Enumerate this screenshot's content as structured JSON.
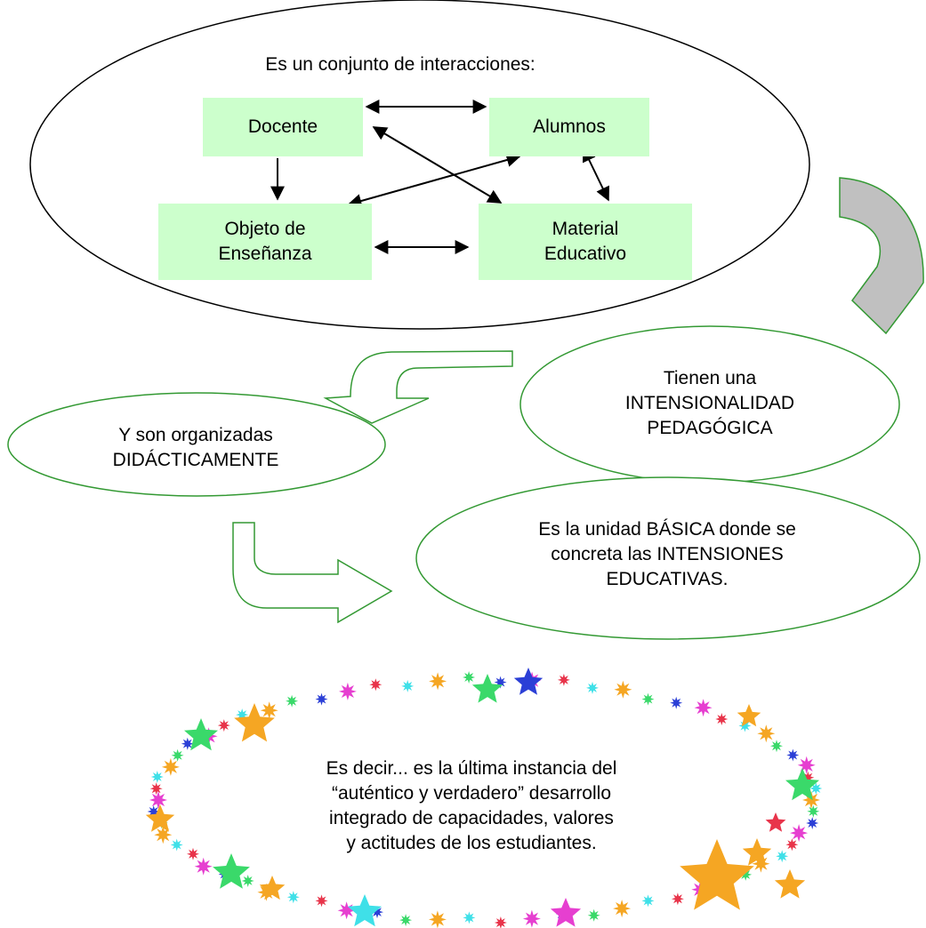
{
  "top_ellipse": {
    "title": "Es un conjunto de interacciones:",
    "nodes": {
      "docente": "Docente",
      "alumnos": "Alumnos",
      "objeto": "Objeto de\nEnseñanza",
      "material": "Material\nEducativo"
    }
  },
  "bubbles": {
    "intensionalidad": "Tienen una\nINTENSIONALIDAD\nPEDAGÓGICA",
    "organizadas": "Y son organizadas\nDIDÁCTICAMENTE",
    "unidad": "Es la unidad BÁSICA donde se\nconcreta las INTENSIONES\nEDUCATIVAS."
  },
  "star_frame": {
    "text": "Es decir... es la última instancia del\n“auténtico y verdadero” desarrollo\nintegrado de capacidades, valores\ny actitudes de los estudiantes."
  },
  "colors": {
    "node_fill": "#ccffcc",
    "arrow_outline": "#339933",
    "curved_arrow_gray": "#c0c0c0",
    "star_orange": "#f5a623",
    "star_green": "#3ad96a",
    "star_blue": "#2b3fd6",
    "star_magenta": "#e63fd0",
    "star_red": "#e8344a",
    "star_cyan": "#3fe0e8"
  }
}
